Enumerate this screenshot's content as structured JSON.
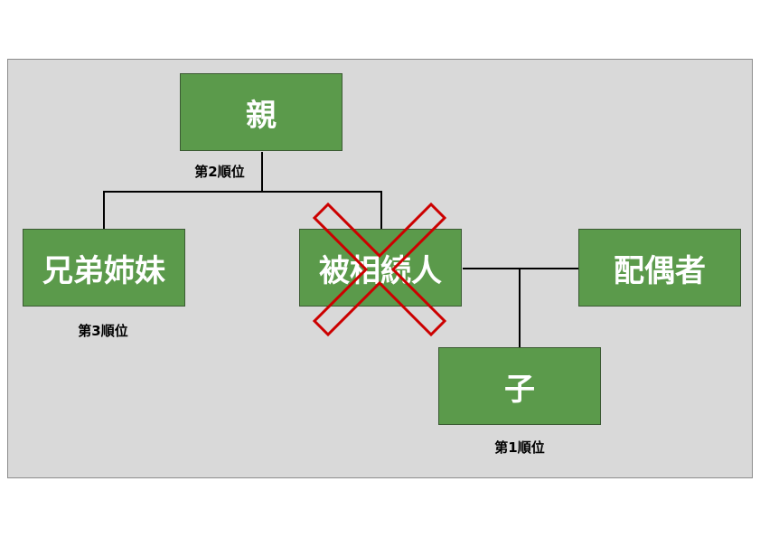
{
  "nodes": {
    "parent": "親",
    "siblings": "兄弟姉妹",
    "deceased": "被相続人",
    "spouse": "配偶者",
    "child": "子"
  },
  "labels": {
    "rank2": "第2順位",
    "rank3": "第3順位",
    "rank1": "第1順位"
  },
  "colors": {
    "box": "#5b9a4b",
    "background": "#d9d9d9",
    "cross": "#cc0000"
  }
}
